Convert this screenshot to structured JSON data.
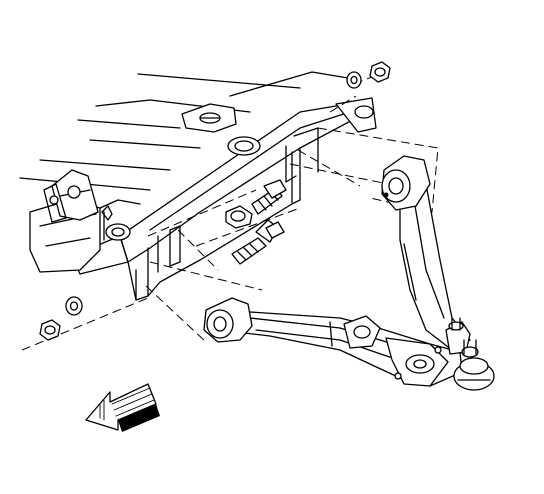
{
  "diagram": {
    "colors": {
      "ink": "#000000",
      "background": "#ffffff"
    },
    "parts": [
      "frame-crossmember",
      "lower-control-arm",
      "control-arm-front-bushing",
      "control-arm-rear-bushing",
      "ball-joint",
      "front-mounting-bolt",
      "rear-mounting-bolt",
      "nut",
      "washer"
    ],
    "indicator": "front-direction-arrow-icon"
  }
}
